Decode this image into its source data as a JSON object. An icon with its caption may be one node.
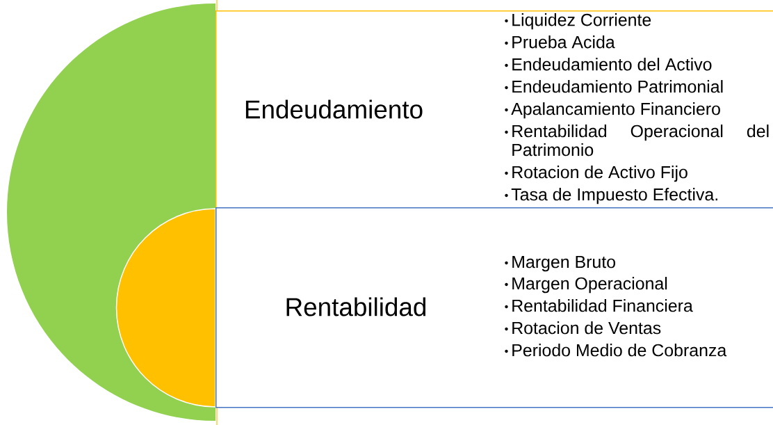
{
  "diagram": {
    "nodes": [
      {
        "text": [
          "Endeudamiento",
          "Liquidez Corriente",
          "Prueba Acida",
          "Endeudamiento del Activo",
          "Endeudamiento Patrimonial",
          "Apalancamiento Financiero",
          "Rentabilidad Operacional del Patrimonio",
          "Rotacion de Activo Fijo",
          "Tasa de Impuesto Efectiva."
        ]
      },
      {
        "text": [
          "Rentabilidad",
          "Margen Bruto",
          "Margen Operacional",
          "Rentabilidad Financiera",
          "Rotacion de Ventas",
          "Periodo Medio de Cobranza"
        ]
      }
    ]
  }
}
